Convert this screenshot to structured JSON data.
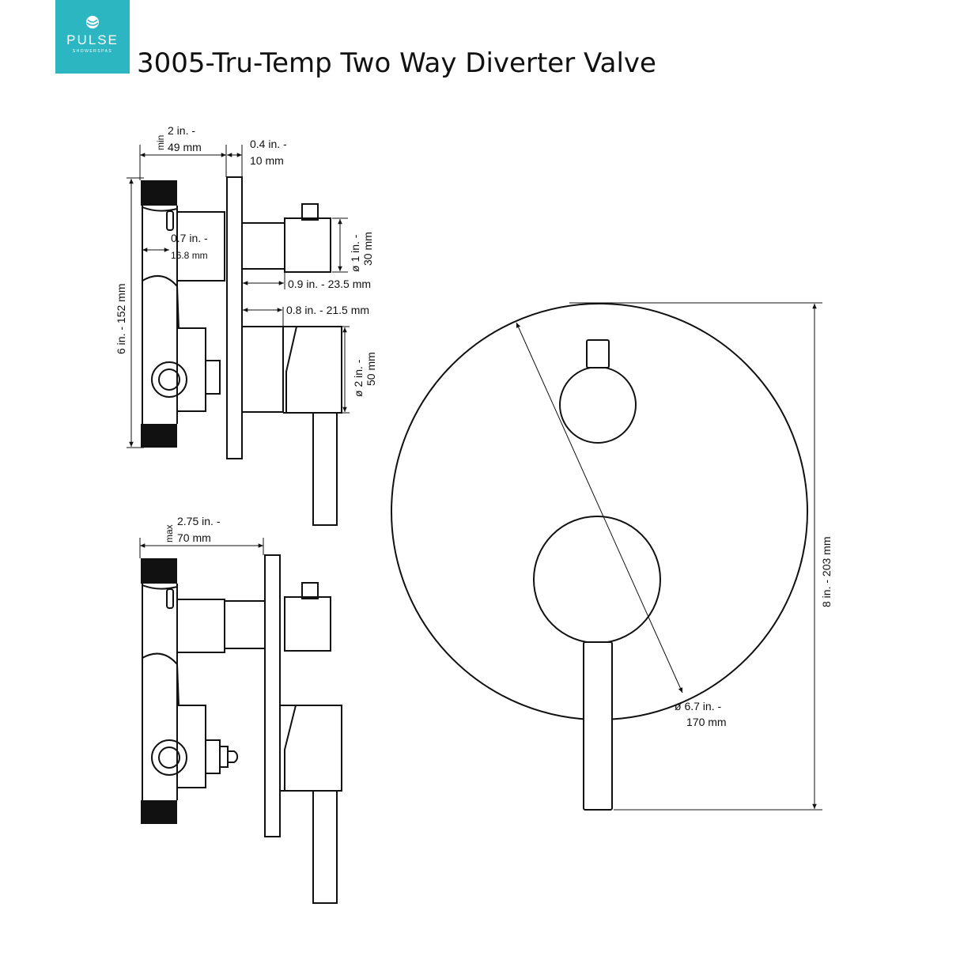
{
  "logo": {
    "brand": "PULSE",
    "tagline": "SHOWERSPAS",
    "background_color": "#2bb6c1",
    "icon": "shower-ball-icon"
  },
  "title": "3005-Tru-Temp Two Way Diverter Valve",
  "side_view_top": {
    "min_depth": {
      "prefix": "min",
      "line1": "2 in. -",
      "line2": "49 mm"
    },
    "plate_thickness": {
      "line1": "0.4 in. -",
      "line2": "10 mm"
    },
    "body_offset": {
      "line1": "0.7 in. -",
      "line2": "16.8 mm"
    },
    "height": {
      "text": "6 in. - 152 mm"
    },
    "diverter_diameter": {
      "line1": "ø 1 in. -",
      "line2": "30 mm"
    },
    "diverter_projection": {
      "text": "0.9 in. - 23.5 mm"
    },
    "handle_projection": {
      "text": "0.8 in. - 21.5 mm"
    },
    "handle_diameter": {
      "line1": "ø 2 in. -",
      "line2": "50 mm"
    }
  },
  "side_view_bottom": {
    "max_depth": {
      "prefix": "max",
      "line1": "2.75 in. -",
      "line2": "70 mm"
    }
  },
  "front_view": {
    "plate_diameter": {
      "line1": "ø 6.7 in. -",
      "line2": "170 mm"
    },
    "overall_height": {
      "text": "8 in. - 203 mm"
    }
  }
}
